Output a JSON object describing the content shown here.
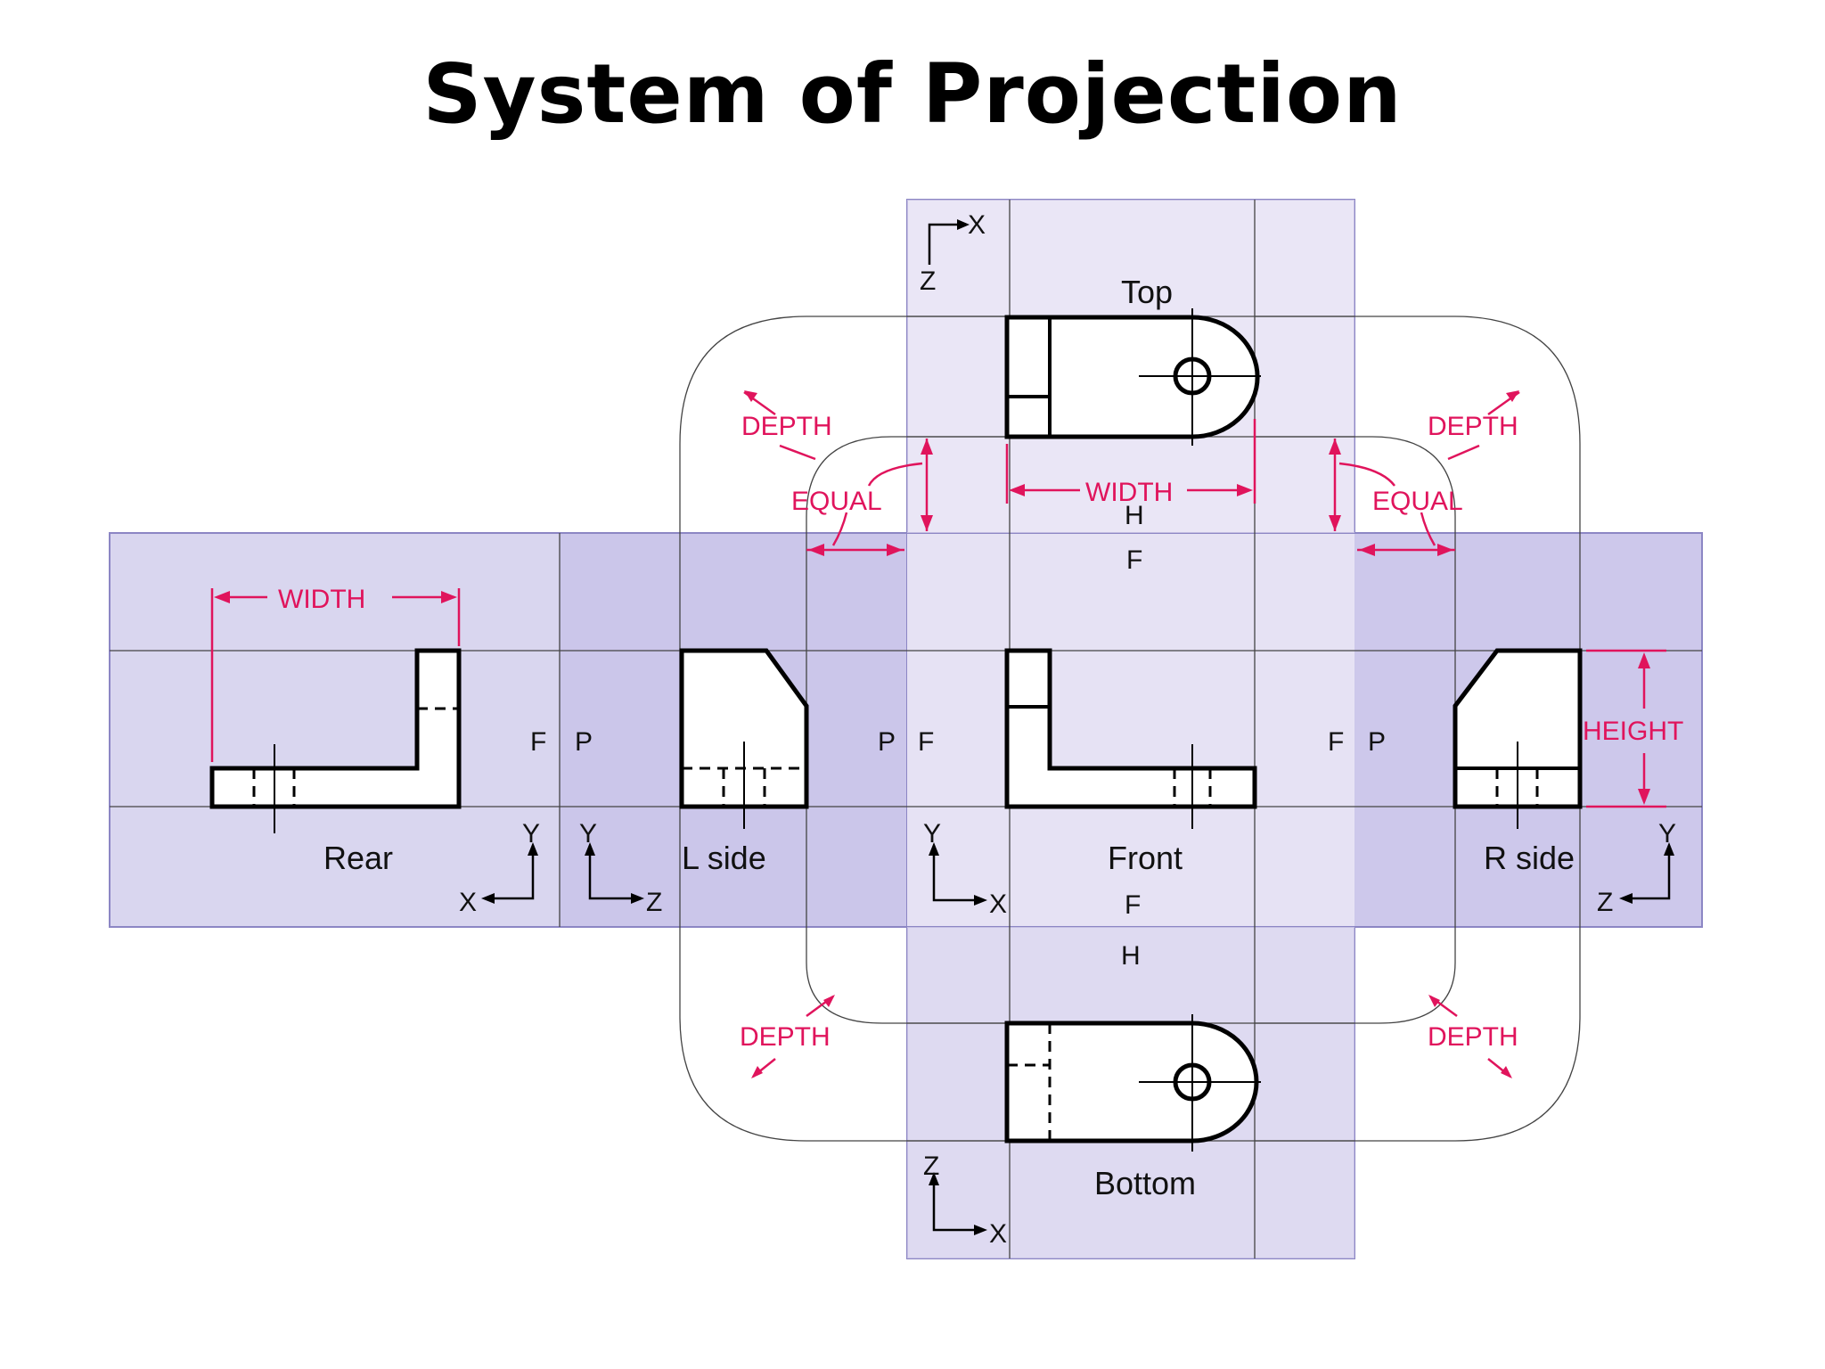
{
  "title": "System of Projection",
  "views": {
    "top": "Top",
    "front": "Front",
    "bottom": "Bottom",
    "rear": "Rear",
    "left_side": "L side",
    "right_side": "R side"
  },
  "fold_labels": {
    "h_top": "H",
    "f_top": "F",
    "f_bottom": "F",
    "h_bottom": "H",
    "f_rear": "F",
    "p_rear": "P",
    "p_left": "P",
    "f_left": "F",
    "f_right": "F",
    "p_right": "P"
  },
  "dimensions": {
    "depth": "DEPTH",
    "equal": "EQUAL",
    "width": "WIDTH",
    "height": "HEIGHT"
  },
  "axes": {
    "x": "X",
    "y": "Y",
    "z": "Z"
  },
  "colors": {
    "plane_fill": "#d6d2ee",
    "plane_dark": "#c4bfe6",
    "dimension_red": "#e0145c",
    "object_fill": "#ffffff"
  }
}
